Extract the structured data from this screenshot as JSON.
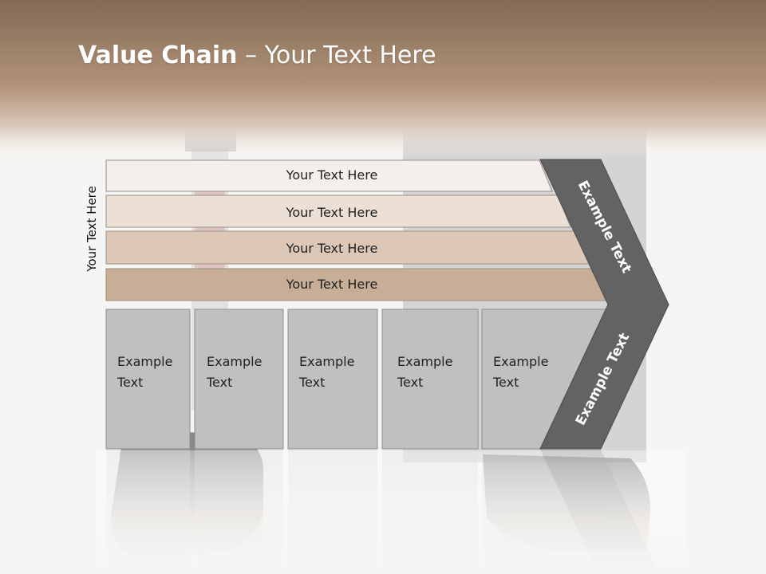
{
  "slide": {
    "title_bold": "Value Chain",
    "title_rest": " – Your Text Here",
    "side_label": "Your Text Here"
  },
  "support_rows": [
    {
      "label": "Your Text Here",
      "fill": "#f4efec"
    },
    {
      "label": "Your Text Here",
      "fill": "#ebdfd6"
    },
    {
      "label": "Your Text Here",
      "fill": "#ddc8b8"
    },
    {
      "label": "Your Text Here",
      "fill": "#c8ad97"
    }
  ],
  "primary_cols": [
    {
      "line1": "Example",
      "line2": "Text"
    },
    {
      "line1": "Example",
      "line2": "Text"
    },
    {
      "line1": "Example",
      "line2": "Text"
    },
    {
      "line1": "Example",
      "line2": "Text"
    },
    {
      "line1": "Example",
      "line2": "Text"
    }
  ],
  "chevron": {
    "upper_label": "Example Text",
    "lower_label": "Example Text",
    "fill": "#636363"
  },
  "colors": {
    "header_brown": "#a88b72",
    "column_gray": "#c0c0c0"
  }
}
